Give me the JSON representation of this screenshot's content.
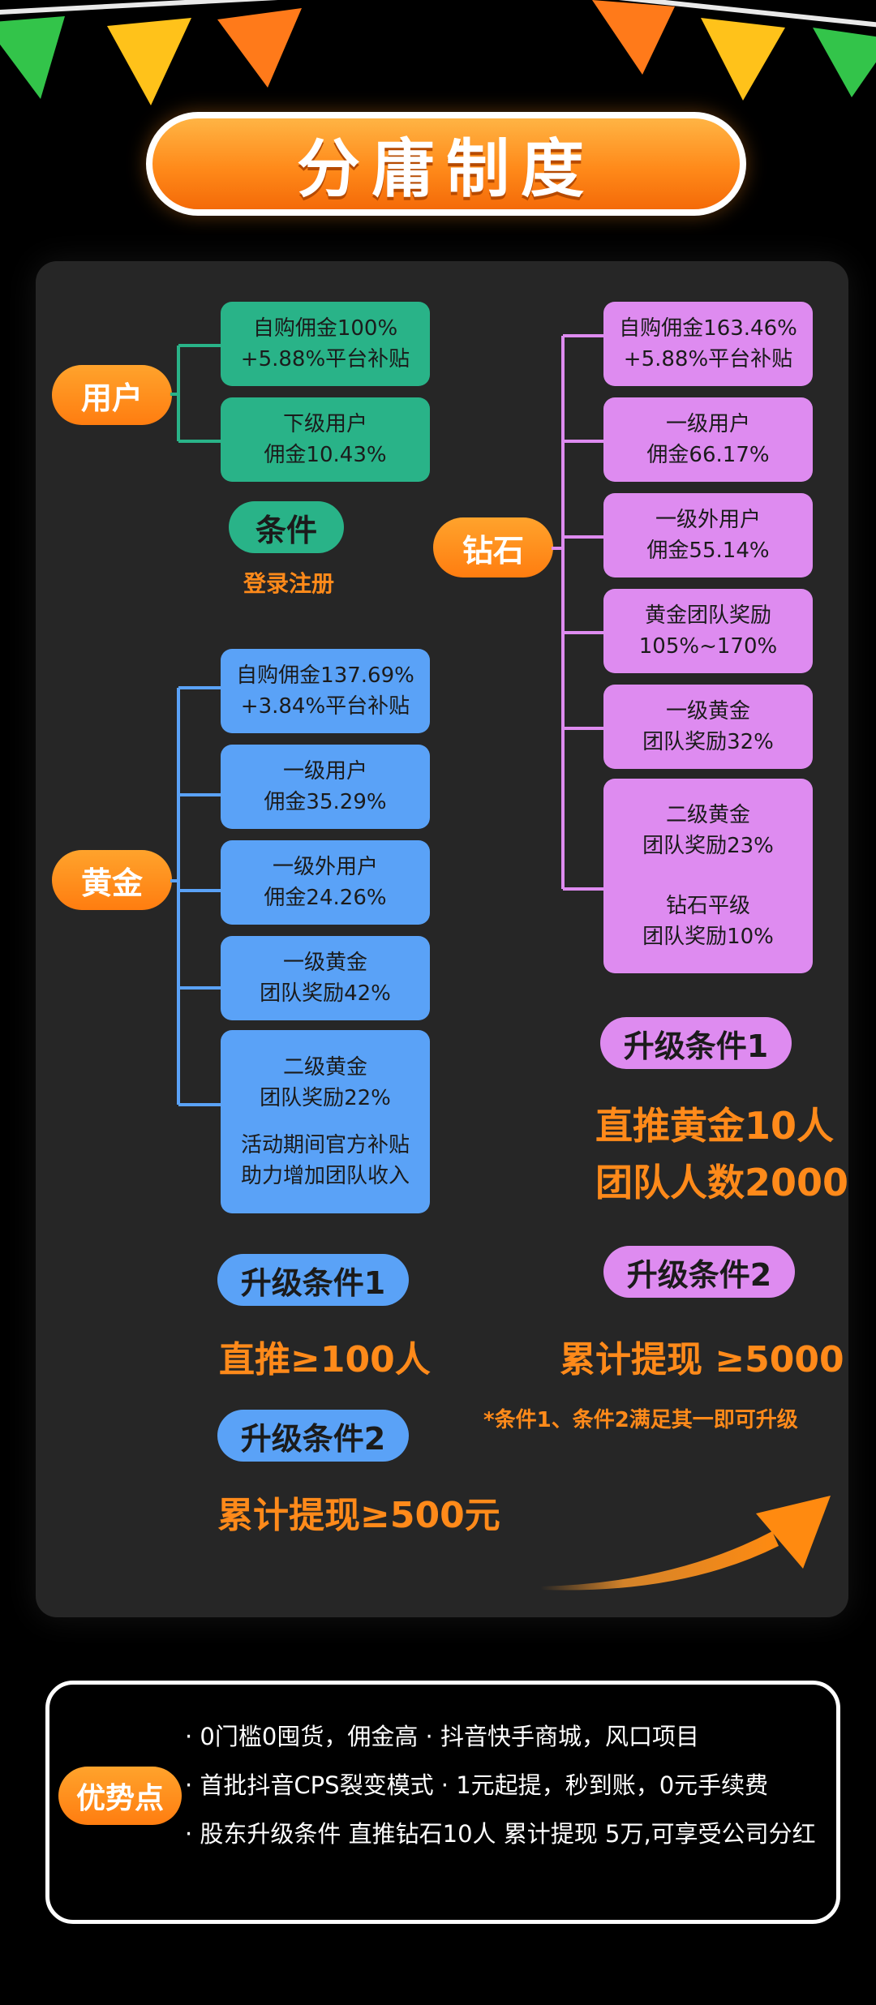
{
  "title": "分庸制度",
  "user": {
    "tier": "用户",
    "boxes": [
      [
        "自购佣金100%",
        "+5.88%平台补贴"
      ],
      [
        "下级用户",
        "佣金10.43%"
      ]
    ],
    "condition_label": "条件",
    "condition_value": "登录注册"
  },
  "gold": {
    "tier": "黄金",
    "boxes": [
      [
        "自购佣金137.69%",
        "+3.84%平台补贴"
      ],
      [
        "一级用户",
        "佣金35.29%"
      ],
      [
        "一级外用户",
        "佣金24.26%"
      ],
      [
        "一级黄金",
        "团队奖励42%"
      ],
      [
        "二级黄金",
        "团队奖励22%",
        "",
        "活动期间官方补贴",
        "助力增加团队收入"
      ]
    ],
    "upgrade1_label": "升级条件1",
    "upgrade1_value": "直推≥100人",
    "upgrade2_label": "升级条件2",
    "upgrade2_value": "累计提现≥500元"
  },
  "diamond": {
    "tier": "钻石",
    "boxes": [
      [
        "自购佣金163.46%",
        "+5.88%平台补贴"
      ],
      [
        "一级用户",
        "佣金66.17%"
      ],
      [
        "一级外用户",
        "佣金55.14%"
      ],
      [
        "黄金团队奖励",
        "105%~170%"
      ],
      [
        "一级黄金",
        "团队奖励32%"
      ],
      [
        "二级黄金",
        "团队奖励23%",
        "",
        "钻石平级",
        "团队奖励10%"
      ]
    ],
    "upgrade1_label": "升级条件1",
    "upgrade1_lines": [
      "直推黄金10人",
      "团队人数2000"
    ],
    "upgrade2_label": "升级条件2",
    "upgrade2_value": "累计提现 ≥5000",
    "note": "*条件1、条件2满足其一即可升级"
  },
  "advantages": {
    "label": "优势点",
    "lines": [
      "· 0门槛0囤货，佣金高   · 抖音快手商城，风口项目",
      "· 首批抖音CPS裂变模式   · 1元起提，秒到账，0元手续费",
      "· 股东升级条件 直推钻石10人 累计提现 5万,可享受公司分红"
    ]
  },
  "colors": {
    "orange": "#ff8a1a",
    "green": "#29b388",
    "blue": "#5aa2f7",
    "purple": "#de8bf0",
    "panel": "#262626"
  }
}
